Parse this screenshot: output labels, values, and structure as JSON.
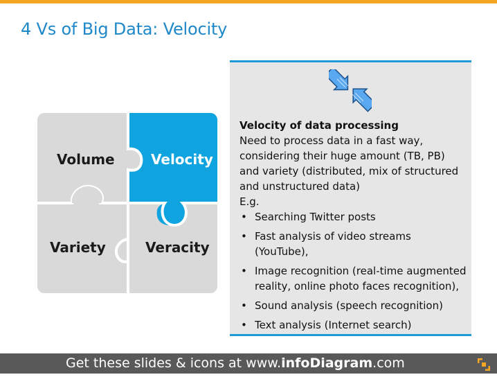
{
  "slide": {
    "title": "4 Vs of Big Data: Velocity"
  },
  "puzzle": {
    "pieces": [
      {
        "label": "Volume",
        "active": false
      },
      {
        "label": "Velocity",
        "active": true
      },
      {
        "label": "Variety",
        "active": false
      },
      {
        "label": "Veracity",
        "active": false
      }
    ],
    "colors": {
      "inactive": "#d9d9d9",
      "active": "#0fa3e0",
      "edge": "#ffffff"
    }
  },
  "panel": {
    "icon": "exchange-arrows-icon",
    "heading": "Velocity of data processing",
    "body": "Need to process data in a fast way, considering their huge amount (TB, PB) and variety (distributed, mix of structured and unstructured data)",
    "examples_label": "E.g.",
    "examples": [
      "Searching Twitter posts",
      "Fast analysis of video streams (YouTube),",
      "Image recognition (real-time augmented reality, online photo faces recognition),",
      "Sound analysis (speech recognition)",
      "Text analysis (Internet search)"
    ],
    "accent_color": "#1e9ad6"
  },
  "footer": {
    "prefix": "Get these slides & icons at www.",
    "brand": "infoDiagram",
    "suffix": ".com"
  }
}
